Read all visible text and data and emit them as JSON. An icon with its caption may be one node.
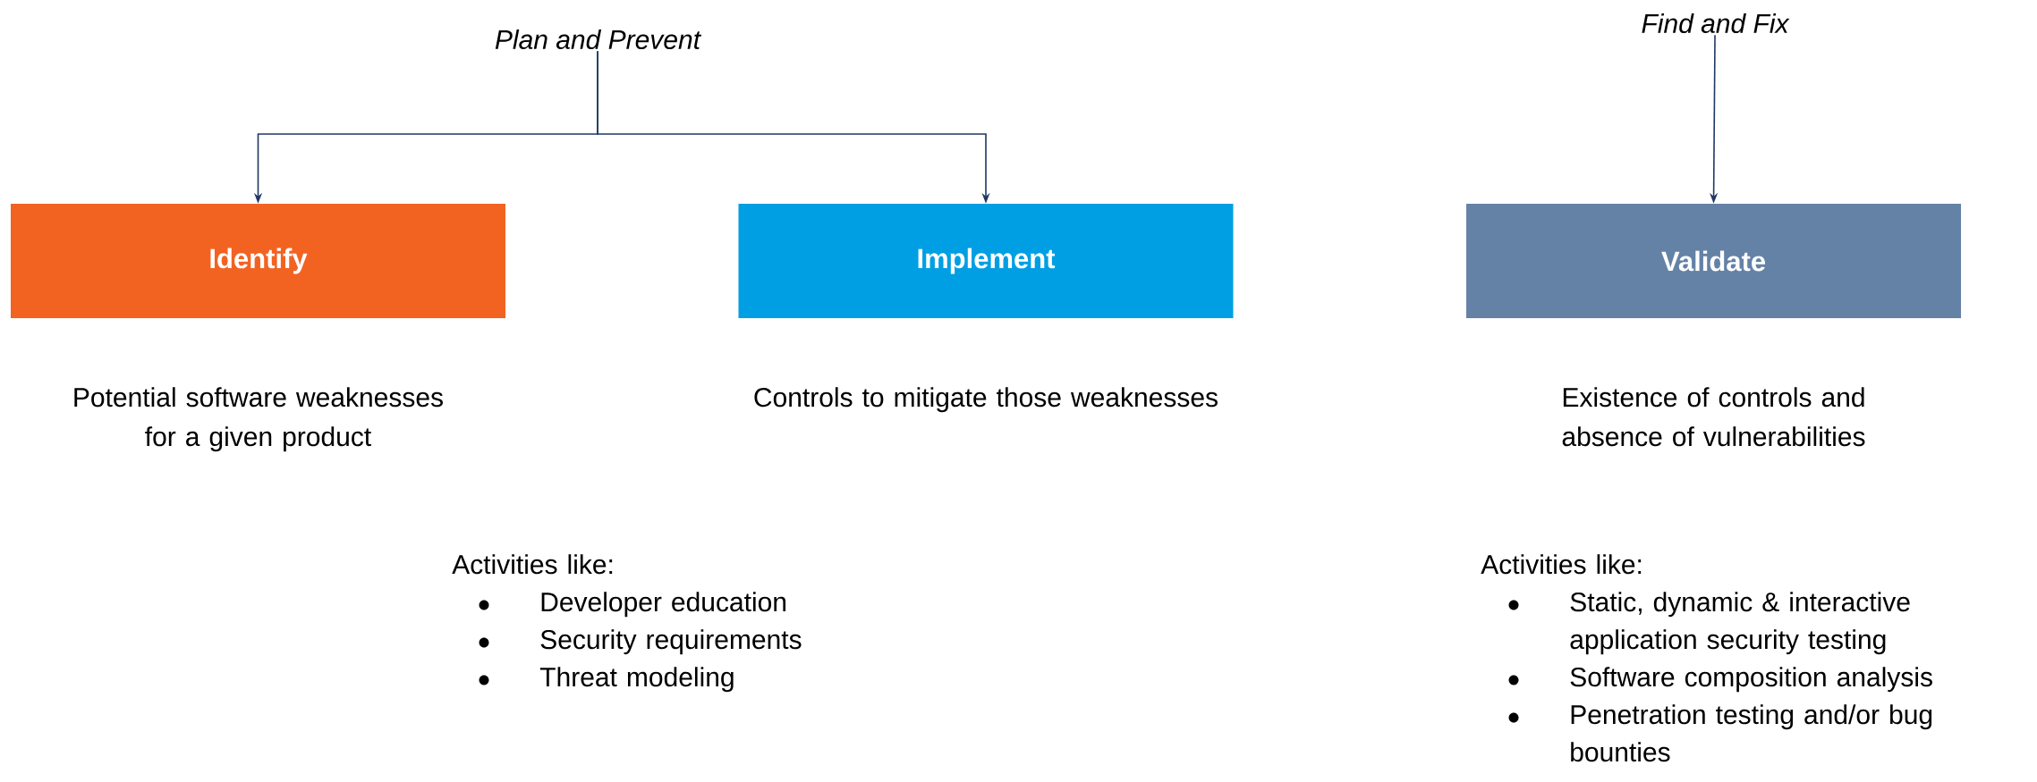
{
  "diagram": {
    "nodes": [
      {
        "text": [
          "Plan and Prevent"
        ]
      },
      {
        "text": [
          "Identify"
        ],
        "beside": [
          "Potential software weaknesses for a given product"
        ]
      },
      {
        "text": [
          "Implement"
        ],
        "beside": [
          "Controls to mitigate those weaknesses"
        ]
      },
      {
        "text": [
          "Find and Fix"
        ]
      },
      {
        "text": [
          "Validate"
        ],
        "beside": [
          "Existence of controls and absence of vulnerabilities"
        ]
      }
    ],
    "edges": [
      {
        "from": 0,
        "to": 1,
        "arrow": "to"
      },
      {
        "from": 0,
        "to": 2,
        "arrow": "to"
      },
      {
        "from": 3,
        "to": 4,
        "arrow": "to"
      }
    ],
    "labels": [
      "Activities like:",
      "Developer education",
      "Security requirements",
      "Threat modeling",
      "Activities like:",
      "Static, dynamic & interactive application security testing",
      "Software composition analysis",
      "Penetration testing and/or bug bounties"
    ]
  }
}
